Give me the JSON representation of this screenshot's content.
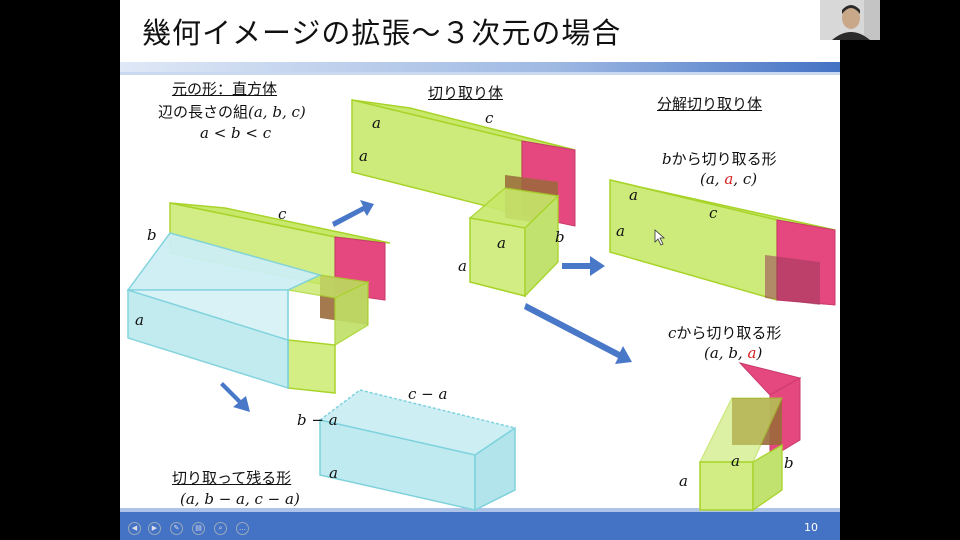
{
  "slide": {
    "title": "幾何イメージの拡張～３次元の場合",
    "page_number": "10",
    "original": {
      "heading": "元の形：直方体",
      "edge_caption": "辺の長さの組",
      "edge_tuple": "(a, b, c)",
      "inequality": "a < b < c",
      "labels": {
        "a": "a",
        "b": "b",
        "c": "c"
      }
    },
    "cut_body": {
      "heading": "切り取り体",
      "labels": {
        "a_top": "a",
        "a_side": "a",
        "c": "c",
        "a_front": "a",
        "a_bottom": "a",
        "b": "b"
      }
    },
    "decomposed": {
      "heading": "分解切り取り体"
    },
    "from_b": {
      "var": "b",
      "caption": "から切り取る形",
      "tuple_open": "(a, ",
      "tuple_red": "a",
      "tuple_close": ", c)",
      "labels": {
        "a_top": "a",
        "a_side": "a",
        "c": "c"
      }
    },
    "from_c": {
      "var": "c",
      "caption": "から切り取る形",
      "tuple_open": "(a, b, ",
      "tuple_red": "a",
      "tuple_close": ")",
      "labels": {
        "a_front": "a",
        "a_bottom": "a",
        "b": "b"
      }
    },
    "remainder": {
      "heading": "切り取って残る形",
      "tuple": "(a, b − a, c − a)",
      "labels": {
        "b_minus_a": "b − a",
        "c_minus_a": "c − a",
        "a": "a"
      }
    }
  },
  "colors": {
    "green": "#c7e86a",
    "green_edge": "#a8d42a",
    "cyan": "#bfeaf0",
    "cyan_edge": "#7fd2dc",
    "pink": "#e5487e",
    "brown": "#9a6a3a",
    "arrow": "#4a78c8",
    "band": "#4472c4",
    "red_text": "#d61f1f"
  },
  "playback_controls": [
    "prev-icon",
    "next-icon",
    "pen-icon",
    "slides-icon",
    "search-icon",
    "more-icon"
  ]
}
